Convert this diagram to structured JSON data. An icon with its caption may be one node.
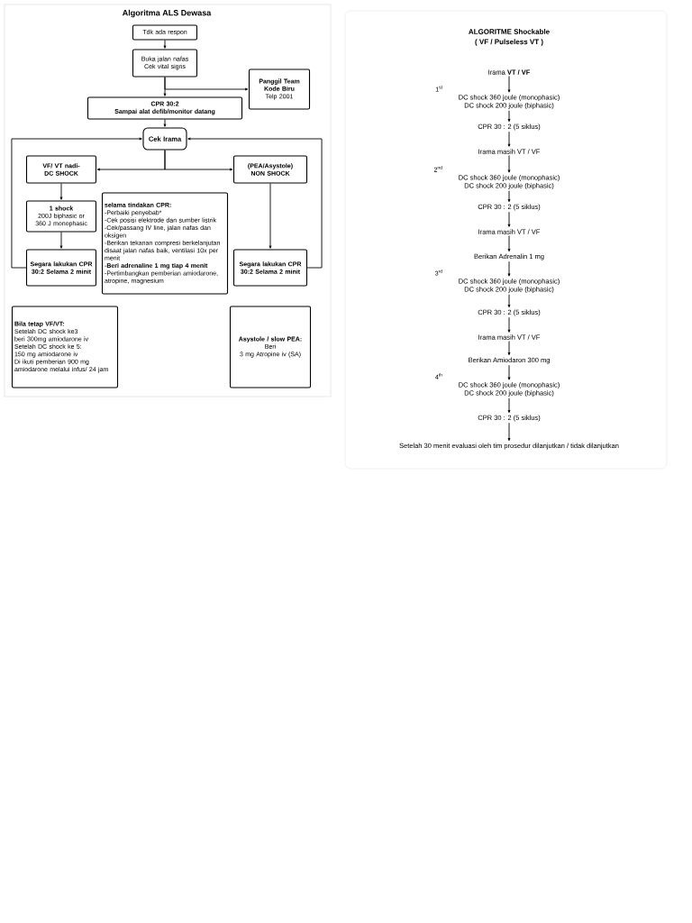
{
  "diagram": {
    "title": "Algoritma ALS Dewasa",
    "nodes": [
      {
        "text": [
          "Tdk ada respon"
        ]
      },
      {
        "text": [
          "Buka jalan nafas",
          "Cek vital signs"
        ]
      },
      {
        "text": [
          "Panggil Team Kode Biru",
          "Telp 2001"
        ]
      },
      {
        "text": [
          "CPR 30:2",
          "Sampai alat defib/monitor datang"
        ]
      },
      {
        "text": [
          "Cek Irama"
        ]
      },
      {
        "text": [
          "VF/ VT nadi- DC SHOCK"
        ]
      },
      {
        "text": [
          "(PEA/Asystole) NON SHOCK"
        ]
      },
      {
        "text": [
          "selama tindakan CPR:",
          "-Perbaiki penyebab*",
          "-Cek posisi elektrode dan sumber listrik",
          "-Cek/passang IV line, jalan nafas dan oksigen",
          "-Berikan tekanan compresi berkelanjutan disaat jalan nafas baik, ventilasi 10x per menit",
          "-**Beri adrenaline 1 mg tiap 4 menit**",
          "-Pertimbangkan pemberian amiodarone, atropine, magnesium"
        ]
      },
      {
        "text": [
          "1 shock",
          "200J biphasic or 360 J monophasic"
        ]
      },
      {
        "text": [
          "Segara lakukan CPR 30:2 Selama 2 minit"
        ]
      },
      {
        "text": [
          "Segara lakukan CPR 30:2 Selama 2 minit"
        ]
      },
      {
        "text": [
          "Bila tetap VF/VT:",
          "Setelah DC shock ke3",
          "beri 300mg amiodarone iv",
          "Setelah DC shock ke 5:",
          "150 mg amiodarone iv",
          "Di ikuti pemberian 900 mg amiodarone melalui infus/ 24 jam"
        ]
      },
      {
        "text": [
          "Asystole / slow PEA:",
          "Beri",
          "3 mg Atropine iv (SA)"
        ]
      },
      {
        "text": [
          "Irama **VT / VF**"
        ]
      },
      {
        "text": [
          "DC shock 360 joule (monophasic)",
          "DC shock 200 joule (biphasic)"
        ],
        "beside": [
          "1$^{st}$"
        ]
      },
      {
        "text": [
          "CPR 30 : 2 (5 siklus)"
        ]
      },
      {
        "text": [
          "Irama masih VT / VF"
        ]
      },
      {
        "text": [
          "DC shock 360 joule (monophasic)",
          "DC shock 200 joule (biphasic)"
        ],
        "beside": [
          "2$^{nd}$"
        ]
      },
      {
        "text": [
          "CPR 30 : 2 (5 siklus)"
        ]
      },
      {
        "text": [
          "Irama masih VT / VF"
        ]
      },
      {
        "text": [
          "Berikan Adrenalin 1 mg"
        ]
      },
      {
        "text": [
          "DC shock 360 joule (monophasic)",
          "DC shock 200 joule (biphasic)"
        ],
        "beside": [
          "3$^{rd}$"
        ]
      },
      {
        "text": [
          "CPR 30 : 2 (5 siklus)"
        ]
      },
      {
        "text": [
          "Irama masih VT / VF"
        ]
      },
      {
        "text": [
          "Berikan Amiodaron 300 mg"
        ]
      },
      {
        "text": [
          "DC shock 360 joule (monophasic)",
          "DC shock 200 joule (biphasic)"
        ],
        "beside": [
          "4$^{th}$"
        ]
      },
      {
        "text": [
          "CPR 30 : 2 (5 siklus)"
        ]
      },
      {
        "text": [
          "Setelah 30 menit evaluasi oleh tim prosedur dilanjutkan / tidak dilanjutkan"
        ]
      }
    ],
    "edges": [
      {
        "from": 0,
        "to": 1,
        "arrow": "to"
      },
      {
        "from": 1,
        "to": 3,
        "arrow": "to"
      },
      {
        "from": 1,
        "to": 2,
        "arrow": "to"
      },
      {
        "from": 3,
        "to": 4,
        "arrow": "to"
      },
      {
        "from": 4,
        "to": 5,
        "arrow": "to"
      },
      {
        "from": 4,
        "to": 6,
        "arrow": "to"
      },
      {
        "from": 5,
        "to": 8,
        "arrow": "to"
      },
      {
        "from": 8,
        "to": 9,
        "arrow": "to"
      },
      {
        "from": 9,
        "to": 4,
        "arrow": "to"
      },
      {
        "from": 6,
        "to": 10,
        "arrow": "to"
      },
      {
        "from": 10,
        "to": 4,
        "arrow": "to"
      },
      {
        "from": 13,
        "to": 14,
        "arrow": "to"
      },
      {
        "from": 14,
        "to": 15,
        "arrow": "to"
      },
      {
        "from": 15,
        "to": 16,
        "arrow": "to"
      },
      {
        "from": 16,
        "to": 17,
        "arrow": "to"
      },
      {
        "from": 17,
        "to": 18,
        "arrow": "to"
      },
      {
        "from": 18,
        "to": 19,
        "arrow": "to"
      },
      {
        "from": 19,
        "to": 20,
        "arrow": "to"
      },
      {
        "from": 20,
        "to": 21,
        "arrow": "to"
      },
      {
        "from": 21,
        "to": 22,
        "arrow": "to"
      },
      {
        "from": 22,
        "to": 23,
        "arrow": "to"
      },
      {
        "from": 23,
        "to": 24,
        "arrow": "to"
      },
      {
        "from": 24,
        "to": 25,
        "arrow": "to"
      },
      {
        "from": 25,
        "to": 26,
        "arrow": "to"
      },
      {
        "from": 26,
        "to": 27,
        "arrow": "to"
      }
    ],
    "labels": [
      "ALGORITME Shockable",
      "( VF / Pulseless VT )"
    ]
  }
}
